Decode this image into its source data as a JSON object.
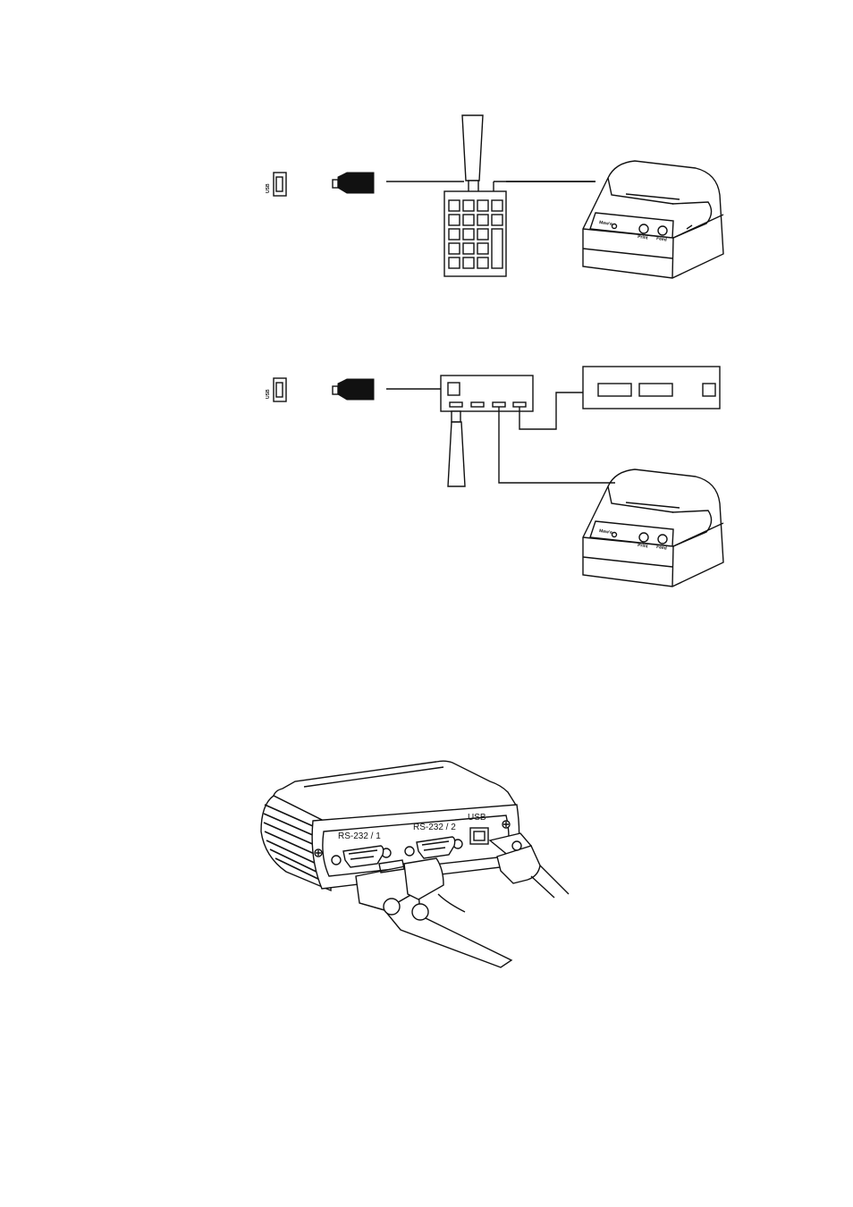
{
  "usb_socket_mark": "USB",
  "printer": {
    "brand": "Mew'e",
    "button_left": "Print",
    "button_right": "Feed"
  },
  "ports": {
    "rs232_1": "RS-232 / 1",
    "rs232_2": "RS-232 / 2",
    "usb": "USB"
  }
}
